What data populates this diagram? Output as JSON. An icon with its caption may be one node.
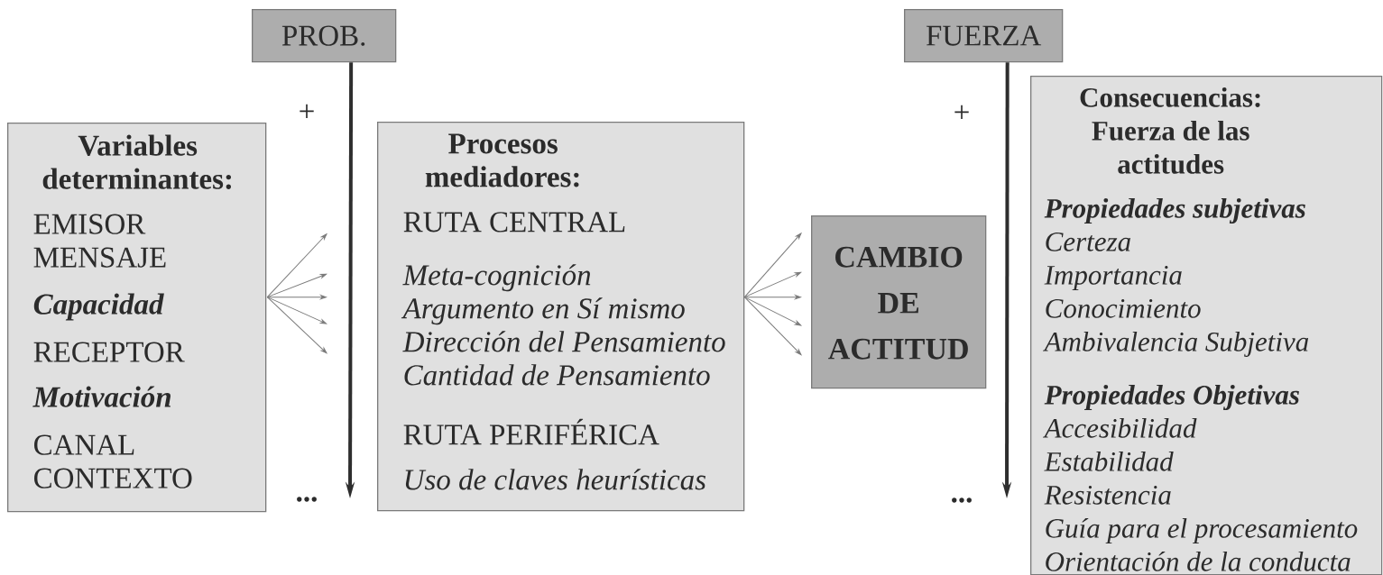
{
  "diagram": {
    "nodes": [
      {
        "text": [
          "PROB."
        ]
      },
      {
        "text": [
          "Variables determinantes:",
          "EMISOR",
          "MENSAJE",
          "Capacidad",
          "RECEPTOR",
          "Motivación",
          "CANAL",
          "CONTEXTO"
        ]
      },
      {
        "text": [
          "Procesos mediadores:",
          "RUTA CENTRAL",
          "Meta-cognición",
          "Argumento en Sí mismo",
          "Dirección del Pensamiento",
          "Cantidad de Pensamiento",
          "RUTA PERIFÉRICA",
          "Uso de claves heurísticas"
        ]
      },
      {
        "text": [
          "CAMBIO DE ACTITUD"
        ]
      },
      {
        "text": [
          "FUERZA"
        ]
      },
      {
        "text": [
          "Consecuencias: Fuerza de las actitudes",
          "Propiedades subjetivas",
          "Certeza",
          "Importancia",
          "Conocimiento",
          "Ambivalencia Subjetiva",
          "Propiedades Objetivas",
          "Accesibilidad",
          "Estabilidad",
          "Resistencia",
          "Guía para el procesamiento",
          "Orientación de la conducta"
        ]
      }
    ],
    "edges": [
      {
        "from": 0,
        "to": null,
        "arrow": "to",
        "style": "thick",
        "color": "#2e2e2e"
      },
      {
        "from": 1,
        "to": 2,
        "arrow": "to"
      },
      {
        "from": 1,
        "to": 2,
        "arrow": "to"
      },
      {
        "from": 1,
        "to": 2,
        "arrow": "to"
      },
      {
        "from": 1,
        "to": 2,
        "arrow": "to"
      },
      {
        "from": 1,
        "to": 2,
        "arrow": "to"
      },
      {
        "from": 2,
        "to": 3,
        "arrow": "to"
      },
      {
        "from": 2,
        "to": 3,
        "arrow": "to"
      },
      {
        "from": 2,
        "to": 3,
        "arrow": "to"
      },
      {
        "from": 2,
        "to": 3,
        "arrow": "to"
      },
      {
        "from": 2,
        "to": 3,
        "arrow": "to"
      },
      {
        "from": 4,
        "to": null,
        "arrow": "to",
        "style": "thick",
        "color": "#2e2e2e"
      }
    ],
    "labels": [
      "+",
      "+",
      "...",
      "..."
    ]
  }
}
